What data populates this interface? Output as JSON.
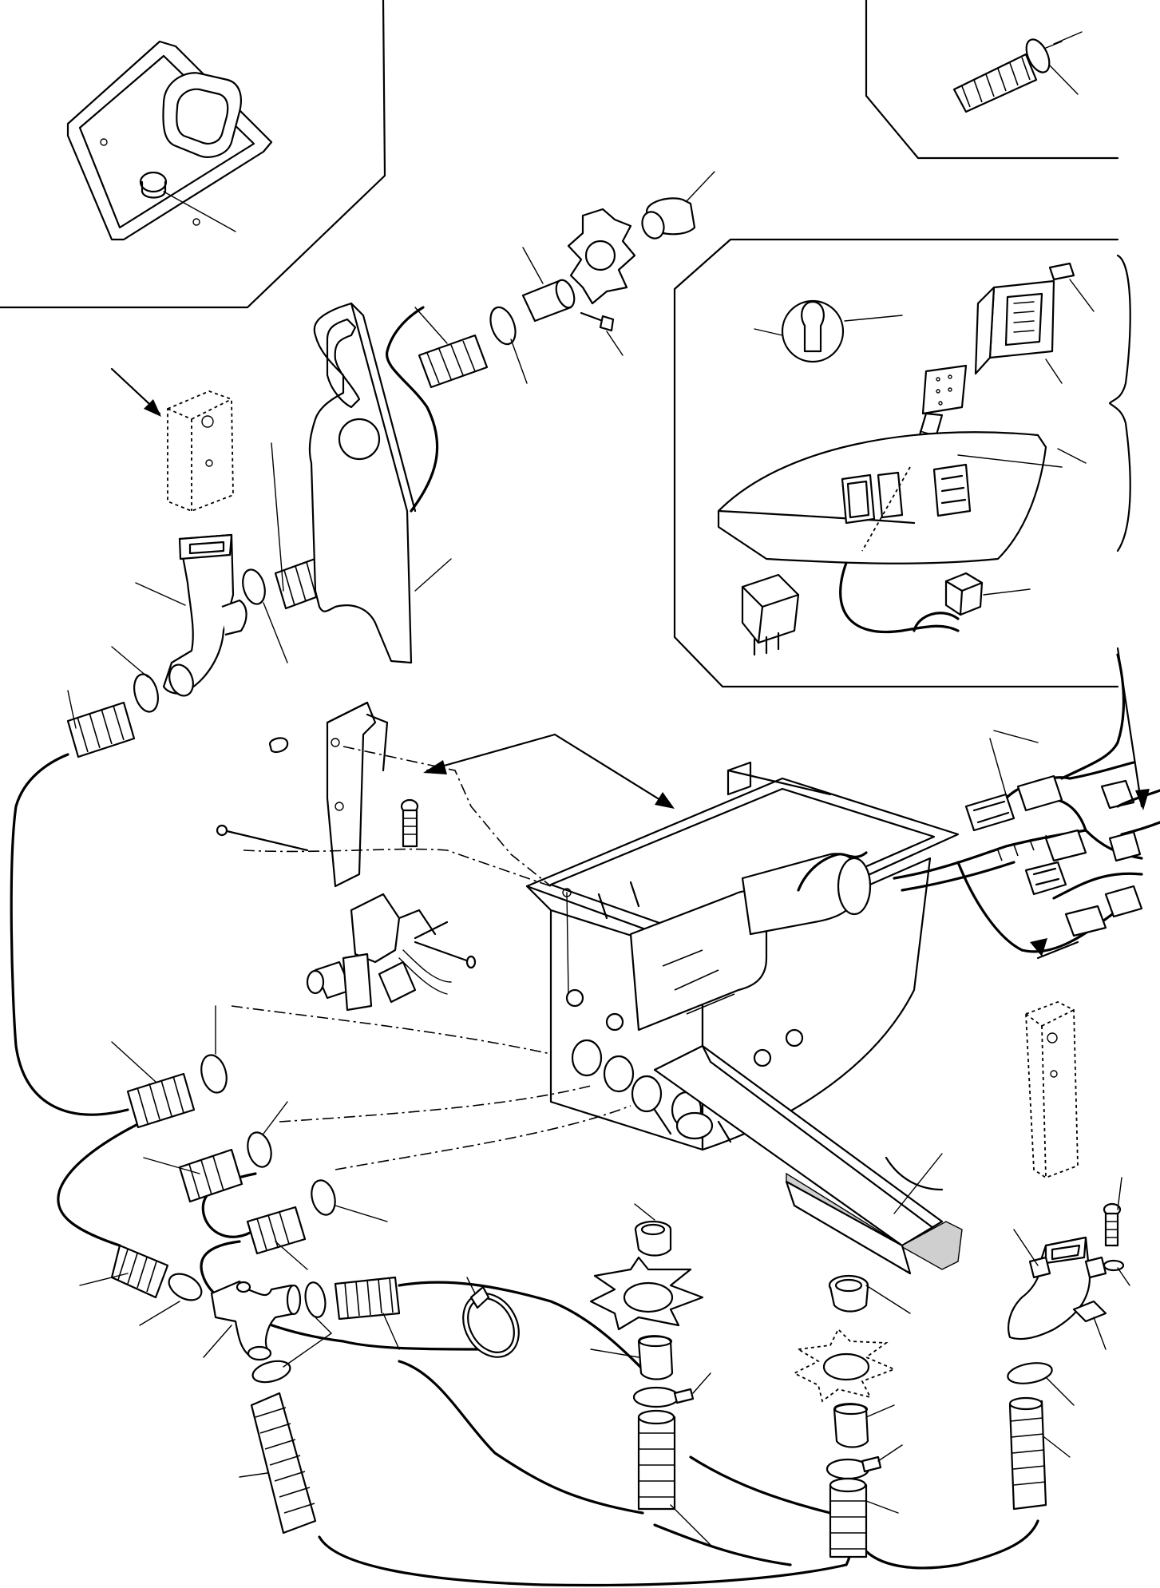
{
  "diagram": {
    "colors": {
      "line": "#000000",
      "background": "#ffffff",
      "shading": "#cfcfcf"
    },
    "details": [
      "inset-duct-outlet",
      "inset-hose-clamp",
      "inset-switch-panel",
      "heater-unit",
      "valve-bracket",
      "wiring-harness",
      "air-duct-channel",
      "defroster-duct-left",
      "defroster-duct-right",
      "hose-y-piece",
      "floor-outlet-left",
      "floor-outlet-right"
    ]
  }
}
